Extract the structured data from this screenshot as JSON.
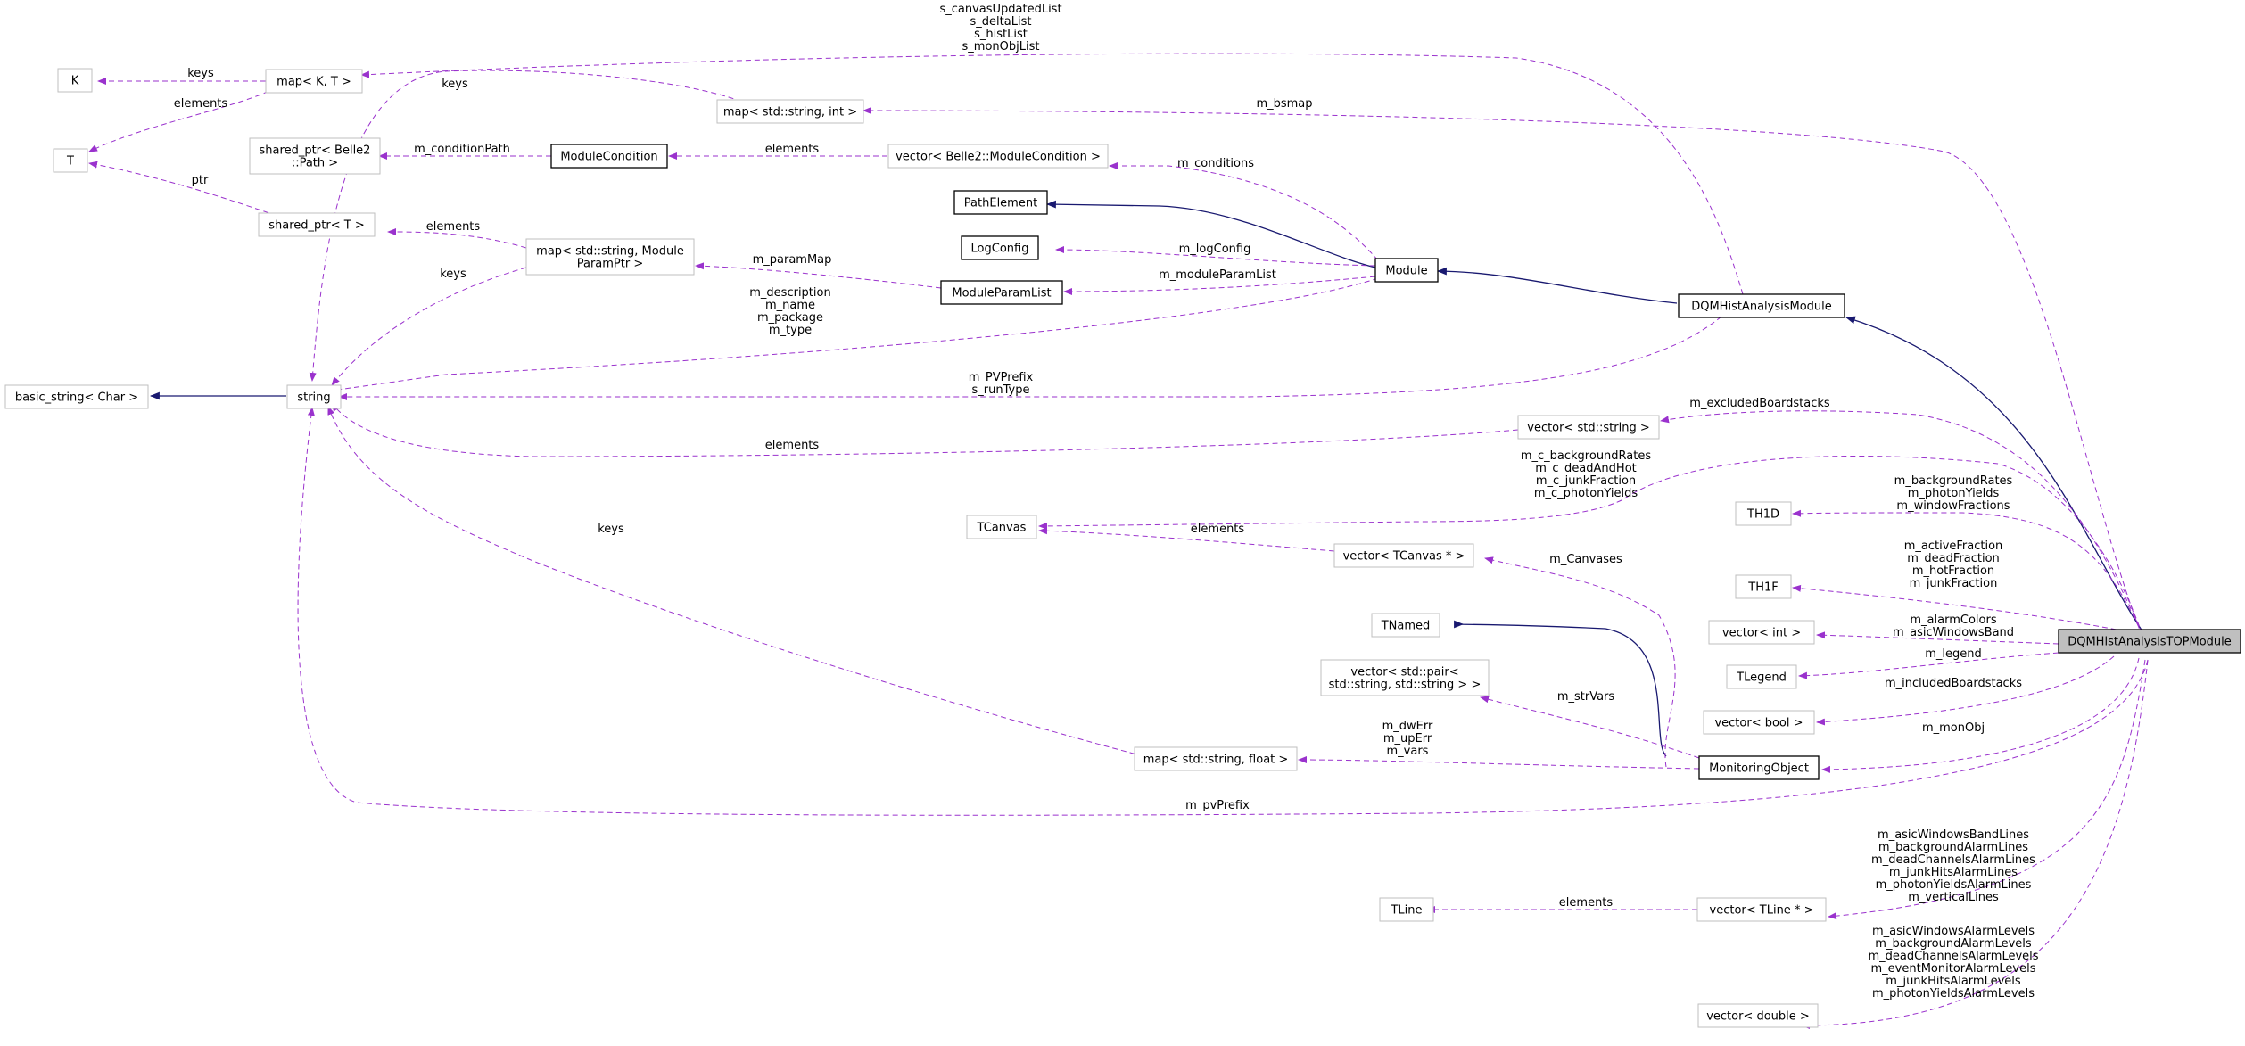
{
  "colors": {
    "inheritance": "#191970",
    "usage": "#9a32cd",
    "node_border_documented": "#000000",
    "node_border_undocumented": "#bfbfbf",
    "highlight_fill": "#bfbfbf"
  },
  "nodes": {
    "K": {
      "lines": [
        "K"
      ]
    },
    "T": {
      "lines": [
        "T"
      ]
    },
    "map_kt": {
      "lines": [
        "map< K, T >"
      ]
    },
    "shared_ptr_path": {
      "lines": [
        "shared_ptr< Belle2",
        "::Path >"
      ]
    },
    "shared_ptr_t": {
      "lines": [
        "shared_ptr< T >"
      ]
    },
    "basic_string": {
      "lines": [
        "basic_string< Char >"
      ]
    },
    "string": {
      "lines": [
        "string"
      ]
    },
    "map_string_int": {
      "lines": [
        "map< std::string, int >"
      ]
    },
    "module_condition": {
      "lines": [
        "ModuleCondition"
      ]
    },
    "vector_module_condition": {
      "lines": [
        "vector< Belle2::ModuleCondition >"
      ]
    },
    "map_param": {
      "lines": [
        "map< std::string, Module",
        "ParamPtr >"
      ]
    },
    "path_element": {
      "lines": [
        "PathElement"
      ]
    },
    "log_config": {
      "lines": [
        "LogConfig"
      ]
    },
    "module_param_list": {
      "lines": [
        "ModuleParamList"
      ]
    },
    "module": {
      "lines": [
        "Module"
      ]
    },
    "dqm_hist_analysis_module": {
      "lines": [
        "DQMHistAnalysisModule"
      ]
    },
    "vector_std_string": {
      "lines": [
        "vector< std::string >"
      ]
    },
    "tcanvas": {
      "lines": [
        "TCanvas"
      ]
    },
    "vector_tcanvas": {
      "lines": [
        "vector< TCanvas * >"
      ]
    },
    "tnamed": {
      "lines": [
        "TNamed"
      ]
    },
    "vector_pair": {
      "lines": [
        "vector< std::pair<",
        "std::string, std::string > >"
      ]
    },
    "map_string_float": {
      "lines": [
        "map< std::string, float >"
      ]
    },
    "monitoring_object": {
      "lines": [
        "MonitoringObject"
      ]
    },
    "th1d": {
      "lines": [
        "TH1D"
      ]
    },
    "th1f": {
      "lines": [
        "TH1F"
      ]
    },
    "vector_int": {
      "lines": [
        "vector< int >"
      ]
    },
    "tlegend": {
      "lines": [
        "TLegend"
      ]
    },
    "vector_bool": {
      "lines": [
        "vector< bool >"
      ]
    },
    "top_module": {
      "lines": [
        "DQMHistAnalysisTOPModule"
      ]
    },
    "tline": {
      "lines": [
        "TLine"
      ]
    },
    "vector_tline": {
      "lines": [
        "vector< TLine * >"
      ]
    },
    "vector_double": {
      "lines": [
        "vector< double >"
      ]
    }
  },
  "edge_labels": {
    "keys_k": {
      "lines": [
        "keys"
      ]
    },
    "elements_t": {
      "lines": [
        "elements"
      ]
    },
    "ptr_t": {
      "lines": [
        "ptr"
      ]
    },
    "canvas_lists": {
      "lines": [
        "s_canvasUpdatedList",
        "s_deltaList",
        "s_histList",
        "s_monObjList"
      ]
    },
    "keys_map_string_int": {
      "lines": [
        "keys"
      ]
    },
    "m_bsmap": {
      "lines": [
        "m_bsmap"
      ]
    },
    "m_condition_path": {
      "lines": [
        "m_conditionPath"
      ]
    },
    "elements_condition": {
      "lines": [
        "elements"
      ]
    },
    "m_conditions": {
      "lines": [
        "m_conditions"
      ]
    },
    "elements_shared_ptr": {
      "lines": [
        "elements"
      ]
    },
    "keys_map_param": {
      "lines": [
        "keys"
      ]
    },
    "m_param_map": {
      "lines": [
        "m_paramMap"
      ]
    },
    "m_log_config": {
      "lines": [
        "m_logConfig"
      ]
    },
    "m_module_param_list": {
      "lines": [
        "m_moduleParamList"
      ]
    },
    "module_strings": {
      "lines": [
        "m_description",
        "m_name",
        "m_package",
        "m_type"
      ]
    },
    "pv_prefix_run_type": {
      "lines": [
        "m_PVPrefix",
        "s_runType"
      ]
    },
    "elements_vector_string": {
      "lines": [
        "elements"
      ]
    },
    "m_excluded_boardstacks": {
      "lines": [
        "m_excludedBoardstacks"
      ]
    },
    "canvas_members": {
      "lines": [
        "m_c_backgroundRates",
        "m_c_deadAndHot",
        "m_c_junkFraction",
        "m_c_photonYields"
      ]
    },
    "keys_map_float": {
      "lines": [
        "keys"
      ]
    },
    "elements_tcanvas": {
      "lines": [
        "elements"
      ]
    },
    "th1d_members": {
      "lines": [
        "m_backgroundRates",
        "m_photonYields",
        "m_windowFractions"
      ]
    },
    "m_canvases": {
      "lines": [
        "m_Canvases"
      ]
    },
    "th1f_members": {
      "lines": [
        "m_activeFraction",
        "m_deadFraction",
        "m_hotFraction",
        "m_junkFraction"
      ]
    },
    "int_members": {
      "lines": [
        "m_alarmColors",
        "m_asicWindowsBand"
      ]
    },
    "m_legend": {
      "lines": [
        "m_legend"
      ]
    },
    "m_included_boardstacks": {
      "lines": [
        "m_includedBoardstacks"
      ]
    },
    "m_str_vars": {
      "lines": [
        "m_strVars"
      ]
    },
    "float_members": {
      "lines": [
        "m_dwErr",
        "m_upErr",
        "m_vars"
      ]
    },
    "m_mon_obj": {
      "lines": [
        "m_monObj"
      ]
    },
    "m_pv_prefix": {
      "lines": [
        "m_pvPrefix"
      ]
    },
    "tline_members": {
      "lines": [
        "m_asicWindowsBandLines",
        "m_backgroundAlarmLines",
        "m_deadChannelsAlarmLines",
        "m_junkHitsAlarmLines",
        "m_photonYieldsAlarmLines",
        "m_verticalLines"
      ]
    },
    "elements_tline": {
      "lines": [
        "elements"
      ]
    },
    "double_members": {
      "lines": [
        "m_asicWindowsAlarmLevels",
        "m_backgroundAlarmLevels",
        "m_deadChannelsAlarmLevels",
        "m_eventMonitorAlarmLevels",
        "m_junkHitsAlarmLevels",
        "m_photonYieldsAlarmLevels"
      ]
    }
  }
}
